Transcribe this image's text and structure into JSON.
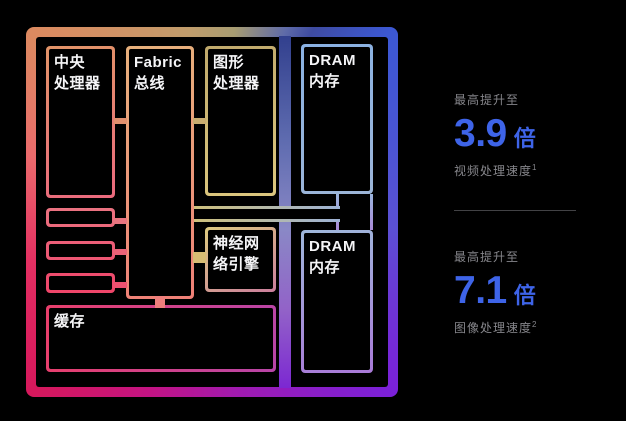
{
  "diagram": {
    "blocks": {
      "cpu": "中央\n处理器",
      "fabric": "Fabric\n总线",
      "gpu": "图形\n处理器",
      "neural": "神经网\n络引擎",
      "cache": "缓存",
      "dram_top": "DRAM\n内存",
      "dram_bottom": "DRAM\n内存"
    }
  },
  "stats": [
    {
      "prefix": "最高提升至",
      "value": "3.9",
      "unit": "倍",
      "caption": "视频处理速度",
      "footnote": "1"
    },
    {
      "prefix": "最高提升至",
      "value": "7.1",
      "unit": "倍",
      "caption": "图像处理速度",
      "footnote": "2"
    }
  ],
  "colors": {
    "background": "#000000",
    "accent_blue": "#3e64e8",
    "muted_gray": "#86868b",
    "label_white": "#f5f5f7"
  }
}
